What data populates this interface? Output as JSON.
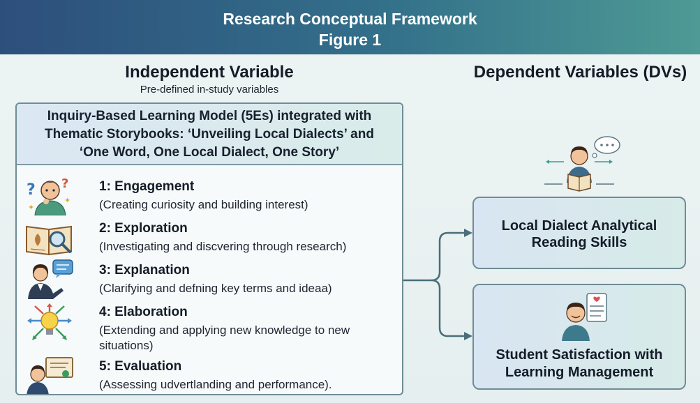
{
  "header": {
    "title": "Research Conceptual Framework",
    "subtitle": "Figure 1"
  },
  "independent": {
    "title": "Independent Variable",
    "subtitle": "Pre-defined in-study variables",
    "box_lines": [
      "Inquiry-Based Learning Model (5Es) integrated with",
      "Thematic Storybooks: ‘Unveiling Local Dialects’ and",
      "‘One Word, One Local Dialect, One Story’"
    ],
    "phases": [
      {
        "title": "1: Engagement",
        "desc": "(Creating curiosity and building interest)",
        "icon": "curious-student-icon"
      },
      {
        "title": "2: Exploration",
        "desc": "(Investigating and discvering through research)",
        "icon": "book-magnifier-icon"
      },
      {
        "title": "3: Explanation",
        "desc": "(Clarifying and defning key terms and ideaa)",
        "icon": "teacher-speech-icon"
      },
      {
        "title": "4: Elaboration",
        "desc": "(Extending and applying new knowledge to new situations)",
        "icon": "lightbulb-arrows-icon"
      },
      {
        "title": "5: Evaluation",
        "desc": "(Assessing udvertlanding and performance).",
        "icon": "student-certificate-icon"
      }
    ]
  },
  "dependent": {
    "title": "Dependent Variables (DVs)",
    "items": [
      {
        "label_line1": "Local Dialect Analytical",
        "label_line2": "Reading Skills",
        "icon": "reading-student-icon"
      },
      {
        "label_line1": "Student Satisfaction with",
        "label_line2": "Learning Management",
        "icon": "satisfied-student-icon"
      }
    ]
  },
  "colors": {
    "header_start": "#2d4f7c",
    "header_end": "#4e9a95",
    "border": "#6e8c97",
    "connector": "#4a6e7a"
  }
}
